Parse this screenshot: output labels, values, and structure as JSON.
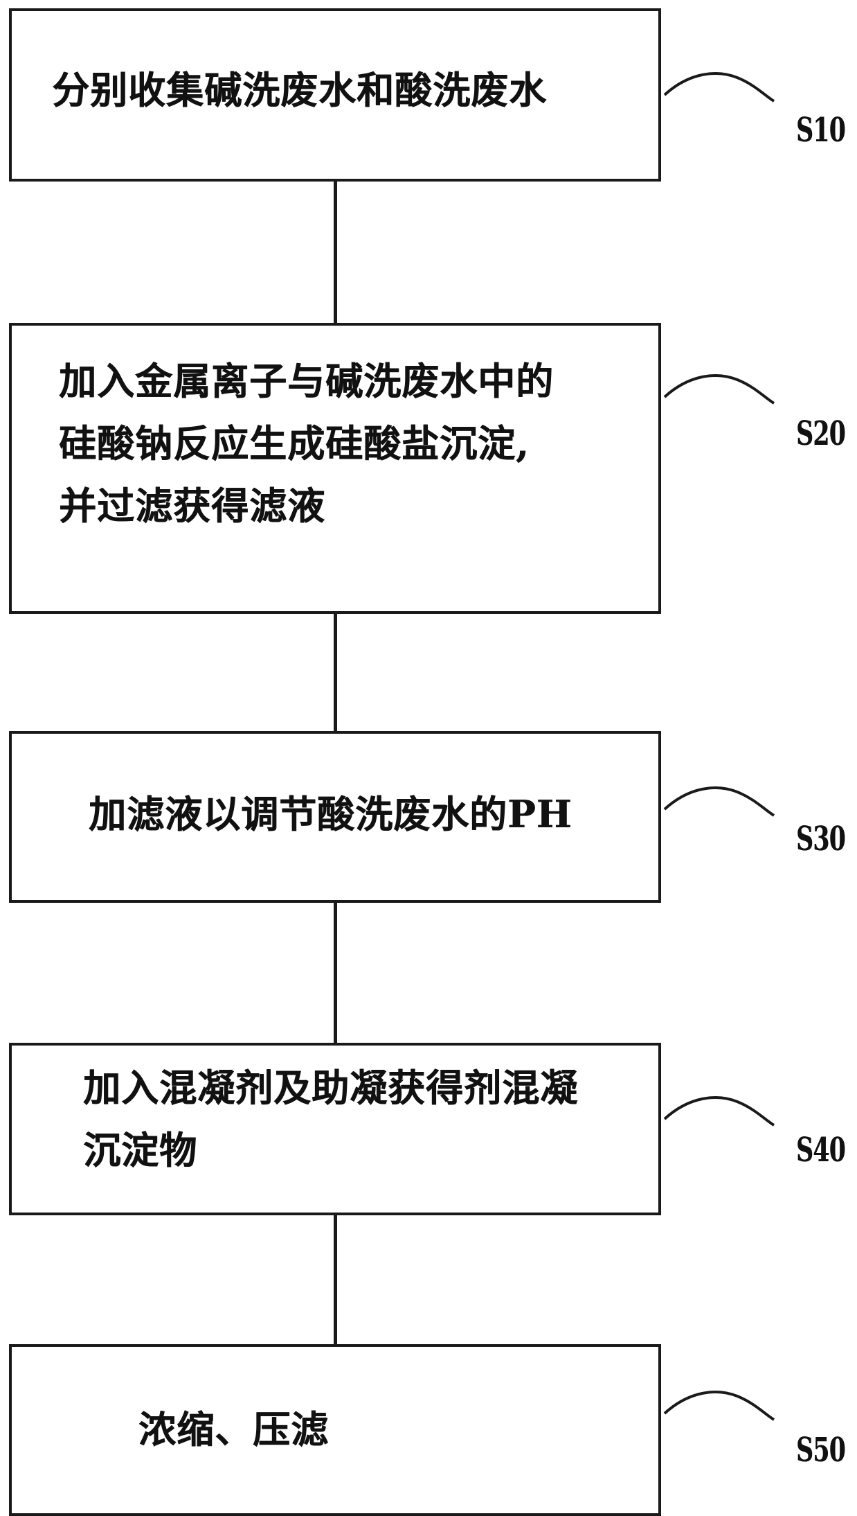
{
  "steps": [
    {
      "id": "S10",
      "text": "分别收集碱洗废水和酸洗废水"
    },
    {
      "id": "S20",
      "text": "加入金属离子与碱洗废水中的\n硅酸钠反应生成硅酸盐沉淀,\n并过滤获得滤液"
    },
    {
      "id": "S30",
      "text": "加滤液以调节酸洗废水的PH"
    },
    {
      "id": "S40",
      "text": "加入混凝剂及助凝获得剂混凝\n沉淀物"
    },
    {
      "id": "S50",
      "text": "浓缩、压滤"
    }
  ],
  "colors": {
    "line": "#1a1a1a",
    "text": "#111111",
    "background": "#ffffff"
  }
}
